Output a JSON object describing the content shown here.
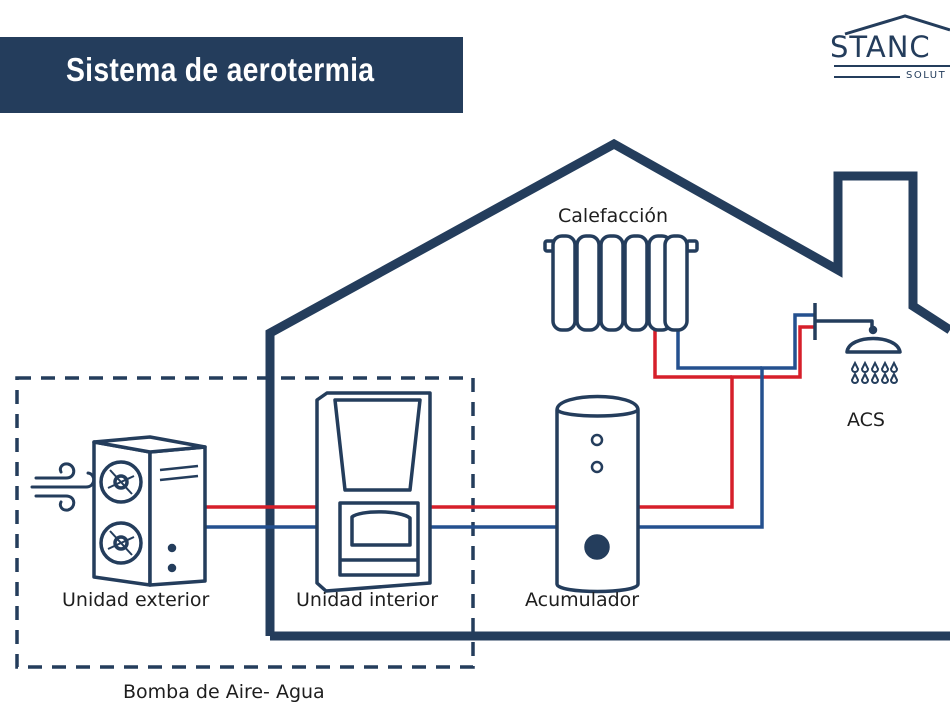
{
  "title": "Sistema de aerotermia",
  "brand": {
    "name": "STANC",
    "tagline": "SOLUT"
  },
  "labels": {
    "outdoor_unit": "Unidad exterior",
    "indoor_unit": "Unidad interior",
    "accumulator": "Acumulador",
    "heating": "Calefacción",
    "hot_water": "ACS",
    "heat_pump": "Bomba de Aire- Agua"
  },
  "colors": {
    "navy": "#243d5c",
    "hot_pipe": "#d61f2a",
    "cold_pipe": "#24508f"
  },
  "icons": [
    "house-outline-icon",
    "wind-icon",
    "fan-icon",
    "radiator-icon",
    "shower-icon",
    "water-drops-icon",
    "tank-icon",
    "brand-roof-icon"
  ]
}
